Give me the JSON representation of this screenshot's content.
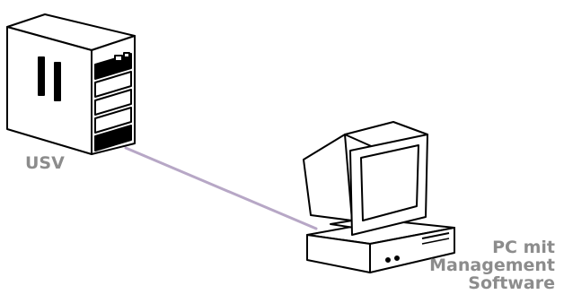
{
  "labels": {
    "ups": "USV",
    "pc_line1": "PC mit",
    "pc_line2": "Management",
    "pc_line3": "Software"
  },
  "colors": {
    "cable": "#b7a7c6",
    "label": "#8c8c8c",
    "outline": "#000000",
    "fill": "#ffffff"
  },
  "icons": [
    "ups-tower-icon",
    "desktop-pc-icon"
  ]
}
